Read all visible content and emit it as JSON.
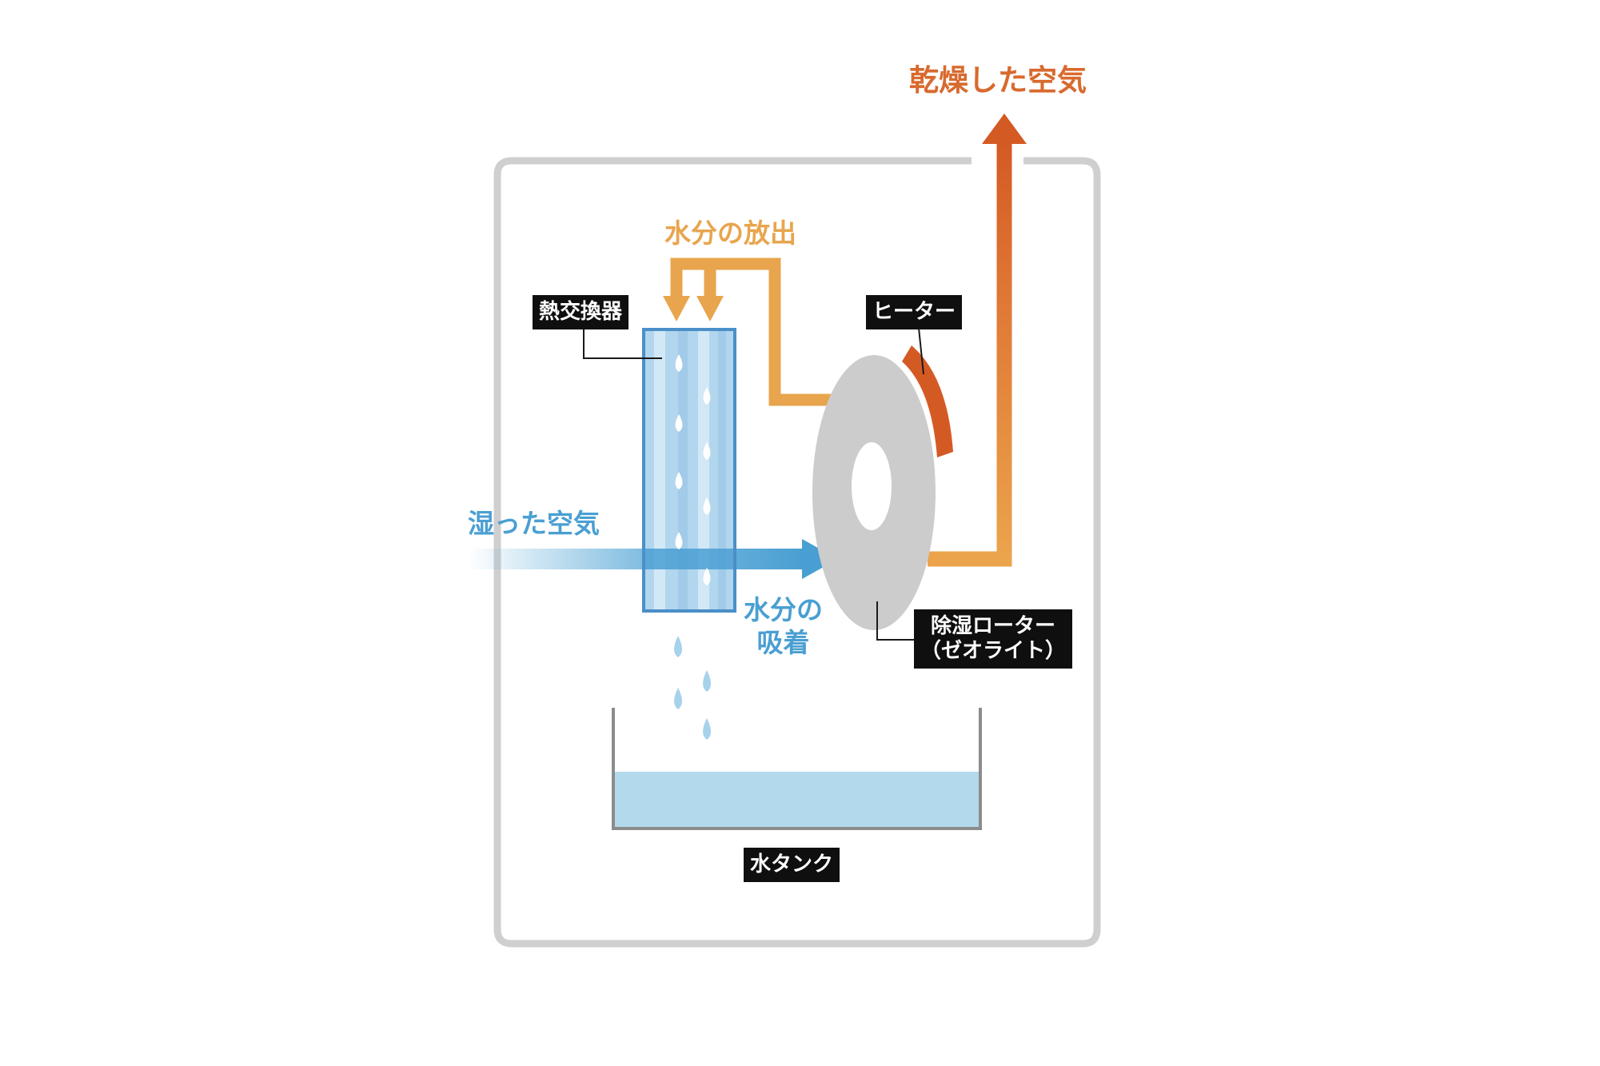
{
  "labels": {
    "dry_air": "乾燥した空気",
    "moisture_release": "水分の放出",
    "humid_air": "湿った空気",
    "moisture_absorb_line1": "水分の",
    "moisture_absorb_line2": "吸着"
  },
  "tags": {
    "heat_exchanger": "熱交換器",
    "heater": "ヒーター",
    "rotor_line1": "除湿ローター",
    "rotor_line2": "（ゼオライト）",
    "water_tank": "水タンク"
  },
  "colors": {
    "orange": "#e8a54e",
    "red": "#d86a2e",
    "blue": "#4a9fd2",
    "gray_frame": "#cfcfcf",
    "rotor": "#cccccc",
    "water": "#b3d9ec"
  }
}
